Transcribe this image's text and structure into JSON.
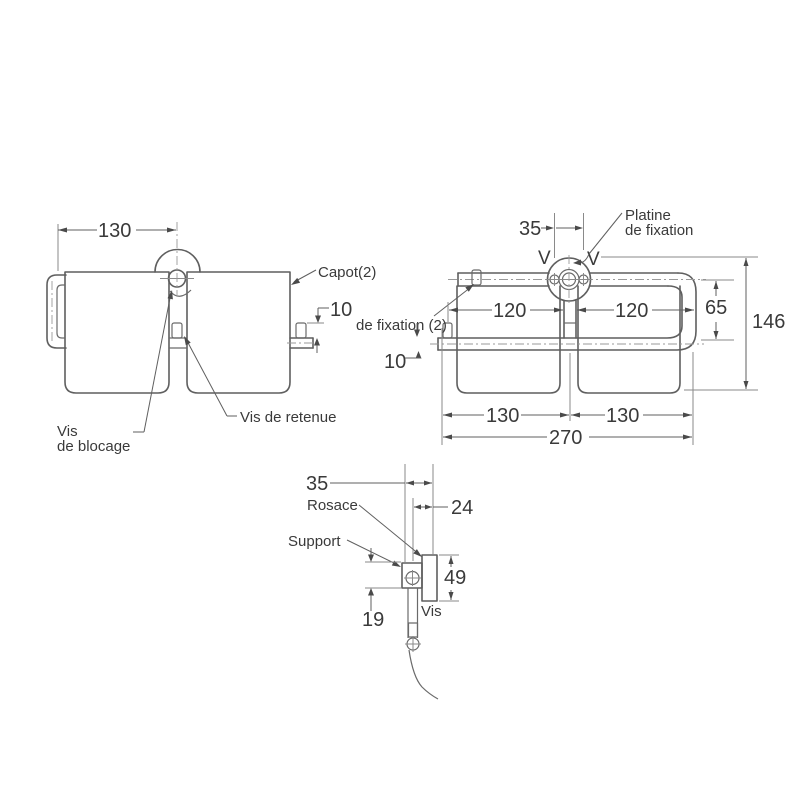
{
  "drawing": {
    "front_view": {
      "dim_width": "130",
      "dim_tube": "10",
      "label_capot": "Capot(2)",
      "label_vis_retenue": "Vis de retenue",
      "label_vis_blocage": [
        "Vis",
        "de blocage"
      ]
    },
    "plan_view": {
      "dim_screw_spacing": "35",
      "section_mark_left": "V",
      "section_mark_right": "V",
      "label_platine": [
        "Platine",
        "de fixation"
      ],
      "label_vis_fixation": "de fixation (2)",
      "dim_tube": "10",
      "dim_left_span": "120",
      "dim_right_span": "120",
      "dim_bar_drop": "65",
      "dim_overall_height": "146",
      "dim_roll_left": "130",
      "dim_roll_right": "130",
      "dim_overall_width": "270"
    },
    "side_view": {
      "dim_depth": "35",
      "dim_offset": "24",
      "label_rosace": "Rosace",
      "label_support": "Support",
      "dim_plate_height": "49",
      "dim_support_height": "19",
      "label_vis": "Vis"
    },
    "colors": {
      "line": "#5f5f5f",
      "text": "#3a3a3a",
      "background": "#ffffff"
    }
  }
}
